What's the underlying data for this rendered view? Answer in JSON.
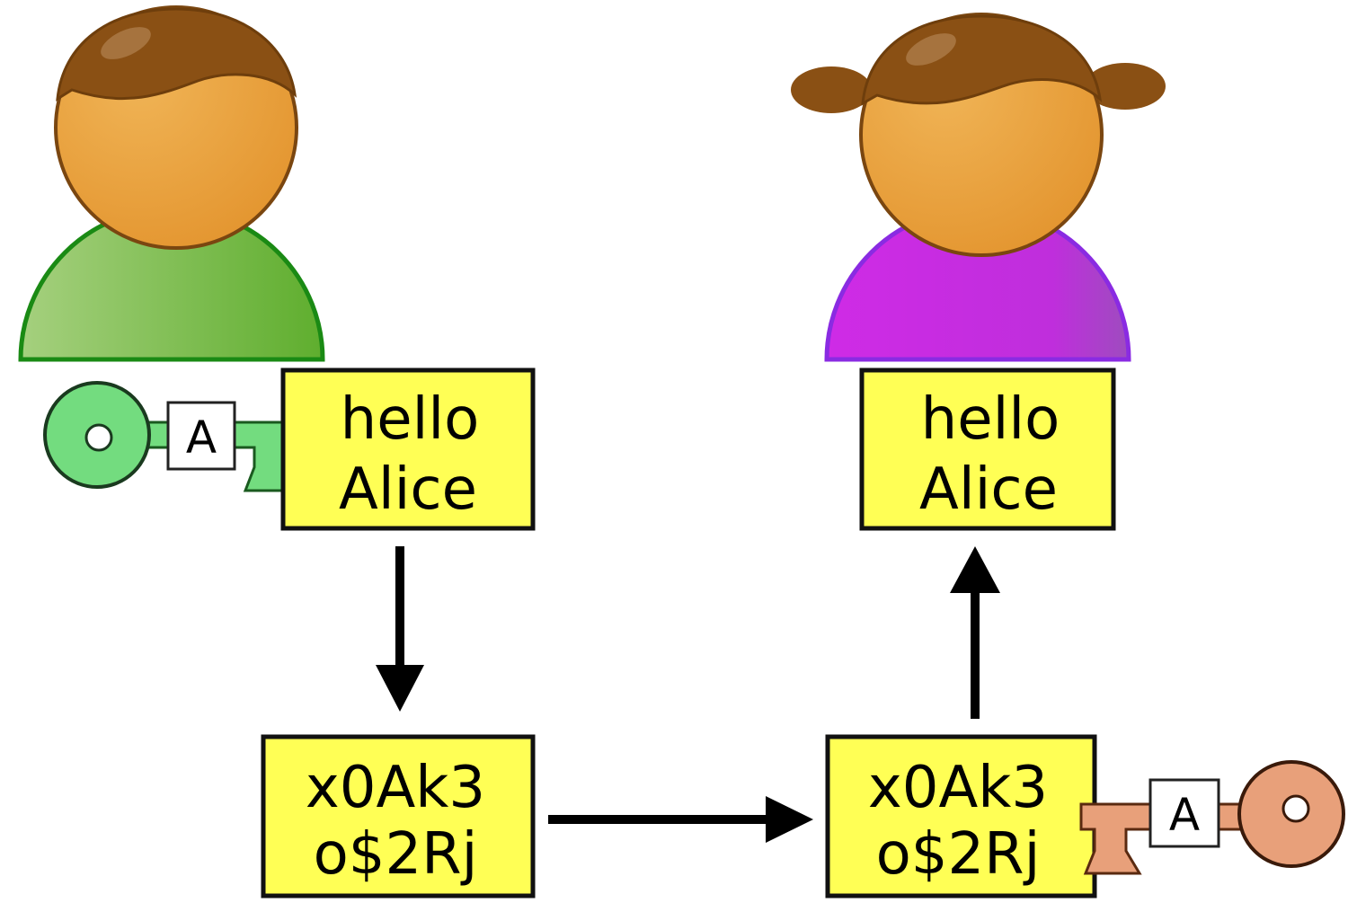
{
  "sender": {
    "shirt_color": "#6db33f",
    "outline_color": "#1a8a14",
    "icon": "person-male-icon"
  },
  "receiver": {
    "shirt_color": "#c22bd8",
    "outline_color": "#8a2be2",
    "icon": "person-female-icon"
  },
  "skin_color": "#e89b35",
  "hair_color": "#8a5014",
  "box_color": "#ffff55",
  "plaintext_sender": {
    "line1": "hello",
    "line2": "Alice"
  },
  "plaintext_receiver": {
    "line1": "hello",
    "line2": "Alice"
  },
  "ciphertext_sent": {
    "line1": "x0Ak3",
    "line2": "o$2Rj"
  },
  "ciphertext_received": {
    "line1": "x0Ak3",
    "line2": "o$2Rj"
  },
  "encrypt_key": {
    "label": "A",
    "color": "#73dc7f",
    "icon": "key-icon"
  },
  "decrypt_key": {
    "label": "A",
    "color": "#e8a07a",
    "icon": "key-icon"
  }
}
